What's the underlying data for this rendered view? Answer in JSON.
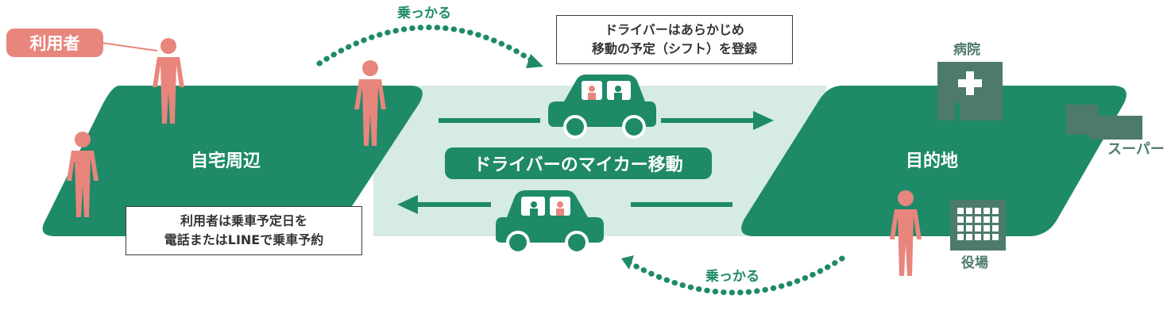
{
  "colors": {
    "green": "#1e8a68",
    "light_band": "#d6ebe4",
    "salmon": "#e8857d",
    "gray_green": "#4d7a6c",
    "white": "#ffffff"
  },
  "labels": {
    "user_tag": "利用者",
    "home_area": "自宅周辺",
    "destination": "目的地",
    "center_banner": "ドライバーのマイカー移動",
    "ride_top": "乗っかる",
    "ride_bottom": "乗っかる",
    "hospital": "病院",
    "supermarket": "スーパー",
    "city_hall": "役場"
  },
  "notes": {
    "driver_line1": "ドライバーはあらかじめ",
    "driver_line2": "移動の予定（シフト）を登録",
    "user_line1": "利用者は乗車予定日を",
    "user_line2": "電話またはLINEで乗車予約"
  },
  "icons": [
    "person-icon",
    "car-icon",
    "hospital-icon",
    "supermarket-icon",
    "city-hall-icon",
    "arrow-right-icon",
    "arrow-left-icon"
  ]
}
